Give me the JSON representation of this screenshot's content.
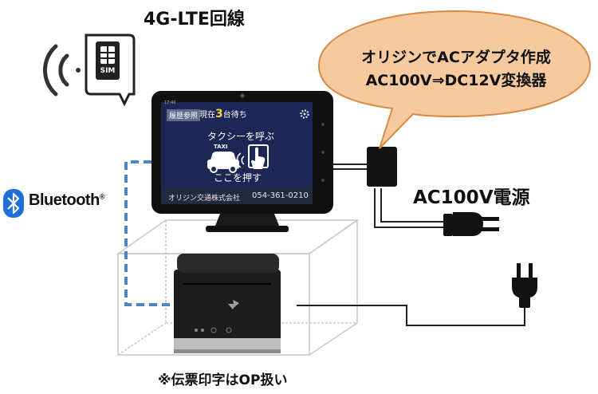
{
  "labels": {
    "lte": "4G-LTE回線",
    "bubble_line1": "オリジンでACアダプタ作成",
    "bubble_line2": "AC100V⇒DC12V変換器",
    "power": "AC100V電源",
    "bluetooth": "Bluetooth",
    "bluetooth_mark": "®",
    "note": "※伝票印字はOP扱い",
    "sim": "SIM"
  },
  "screen": {
    "clock": "17:40",
    "history_button": "履歴参照",
    "waiting_prefix": "現在",
    "waiting_count": "3",
    "waiting_suffix": "台待ち",
    "call_text": "タクシーを呼ぶ",
    "taxi_sign": "TAXI",
    "press_text": "ここを押す",
    "company": "オリジン交通株式会社",
    "phone": "054-361-0210"
  },
  "colors": {
    "bubble_fill": "#f7c99e",
    "bubble_stroke": "#d98a45",
    "bluetooth_blue": "#1e6fd9",
    "dashed_link": "#4a86c8",
    "screen_bg": "#1c2756",
    "printer": "#1d1d1d"
  },
  "icons": [
    "wifi-signal-icon",
    "sim-card-icon",
    "bluetooth-icon",
    "gear-icon",
    "taxi-icon",
    "tap-hand-icon",
    "power-plug-icon"
  ]
}
